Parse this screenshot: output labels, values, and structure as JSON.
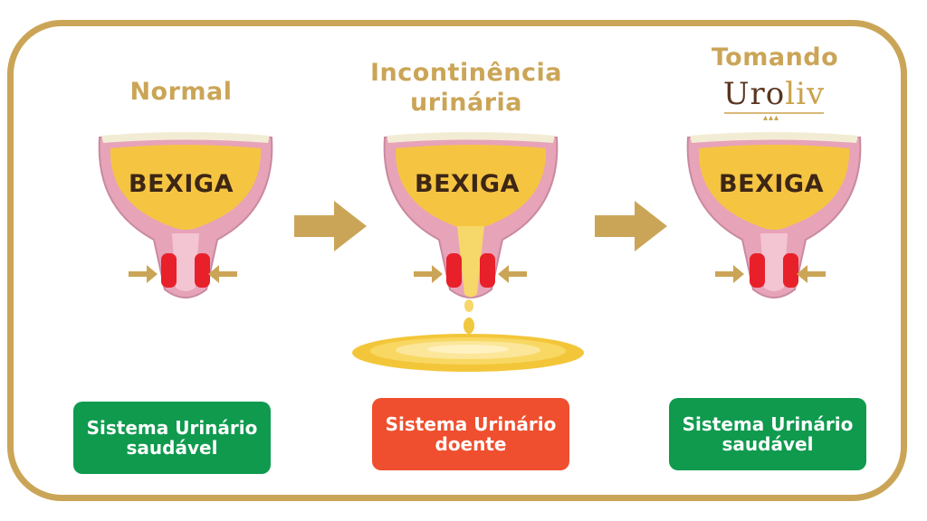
{
  "stages": [
    {
      "title": "Normal",
      "label": "BEXIGA",
      "status": "Sistema Urinário saudável",
      "status_color": "#0f9a4e"
    },
    {
      "title": "Incontinência urinária",
      "label": "BEXIGA",
      "status": "Sistema Urinário doente",
      "status_color": "#ef4f2e"
    },
    {
      "title": "Tomando",
      "label": "BEXIGA",
      "status": "Sistema Urinário saudável",
      "status_color": "#0f9a4e"
    }
  ],
  "logo": {
    "part1": "Uro",
    "part2": "liv"
  },
  "colors": {
    "gold": "#cba557",
    "bladder_pink": "#e7a3b8",
    "urine": "#f5c542",
    "sphincter": "#e8202a"
  }
}
